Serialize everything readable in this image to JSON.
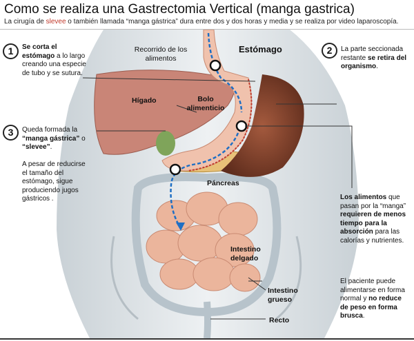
{
  "title": "Como se realiza una Gastrectomia Vertical (manga gastrica)",
  "subtitle": {
    "pre": "La cirugía de ",
    "highlight": "slevee",
    "post": " o también llamada “manga gástrica” dura entre dos y dos horas y media y se realiza por video laparoscopía."
  },
  "steps": [
    {
      "number": "1",
      "bold": "Se corta el estómago",
      "text": " a lo largo creando una especie de tubo y se sutura."
    },
    {
      "number": "2",
      "text": "La parte seccionada restante ",
      "bold": "se retira del organismo",
      "end": "."
    },
    {
      "number": "3",
      "text": "Queda formada la ",
      "bold1": "“manga gástrica”",
      "mid": " o ",
      "bold2": "“slevee”",
      "end": ".",
      "extra": "A pesar de reducirse el tamaño del estómago, sigue produciendo jugos gástricos ."
    }
  ],
  "labels": {
    "recorrido": "Recorrido de los alimentos",
    "estomago": "Estómago",
    "higado": "Hígado",
    "bolo": "Bolo alimenticio",
    "pancreas": "Páncreas",
    "intestino_delgado": "Intestino delgado",
    "intestino_grueso": "Intestino grueso",
    "recto": "Recto"
  },
  "side": {
    "bold_intro": "Los alimentos",
    "que_pasan": " que pasan por la “manga”",
    "bold_req": "requieren de menos tiempo para la absorción",
    "rest": " para las calorías y nutrientes.",
    "p2_pre": "El paciente puede alimentarse en forma normal y ",
    "p2_bold": "no reduce de peso en forma brusca",
    "p2_end": "."
  },
  "colors": {
    "accent": "#c0392b",
    "liver": "#c98577",
    "stomach_removed": "#8a4a32",
    "intestine": "#e9b29a",
    "flow": "#1f6fc4",
    "body": "#dde3e7"
  }
}
